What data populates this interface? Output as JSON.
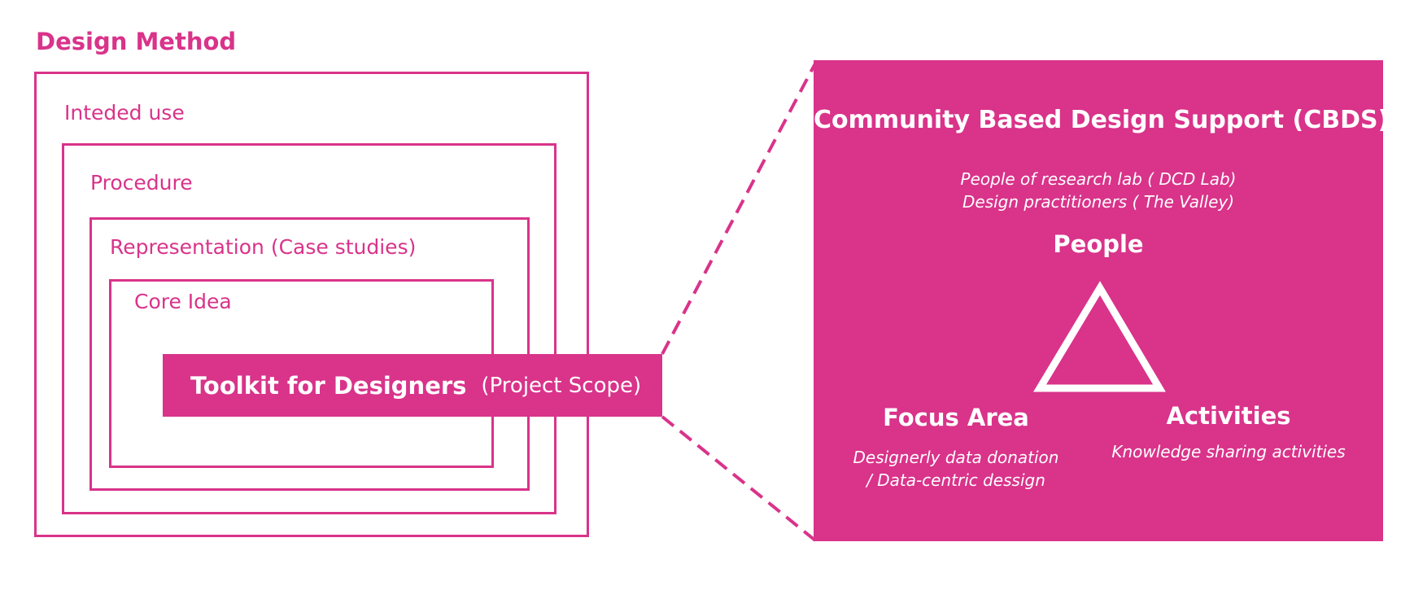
{
  "design_method": {
    "title": "Design Method",
    "layers": [
      {
        "label": "Inteded use"
      },
      {
        "label": "Procedure"
      },
      {
        "label": "Representation (Case studies)"
      },
      {
        "label": "Core Idea"
      }
    ],
    "toolkit": {
      "label": "Toolkit for Designers",
      "scope": "(Project Scope)"
    }
  },
  "cbds": {
    "title": "Community Based Design Support (CBDS)",
    "people": {
      "label": "People",
      "details": [
        "People of research lab ( DCD Lab)",
        "Design practitioners ( The Valley)"
      ]
    },
    "focus_area": {
      "label": "Focus Area",
      "details": [
        "Designerly data donation",
        "/ Data-centric dessign"
      ]
    },
    "activities": {
      "label": "Activities",
      "details": [
        "Knowledge sharing activities"
      ]
    }
  },
  "colors": {
    "accent": "#d9338a",
    "text_on_accent": "#ffffff"
  }
}
